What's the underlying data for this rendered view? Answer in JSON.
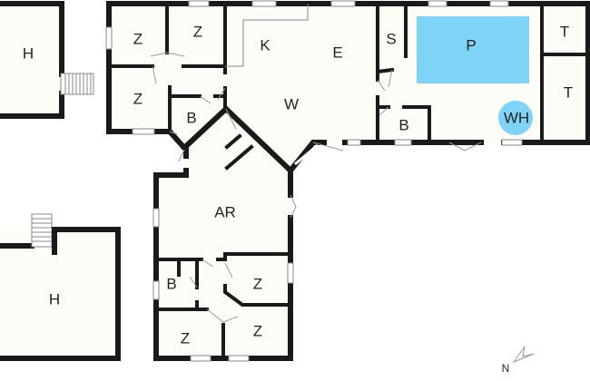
{
  "plan": {
    "rooms": {
      "h_top": "H",
      "h_bottom": "H",
      "z1": "Z",
      "z2": "Z",
      "z3": "Z",
      "b_left": "B",
      "k": "K",
      "e": "E",
      "w": "W",
      "s": "S",
      "p": "P",
      "wh": "WH",
      "b_right": "B",
      "t1": "T",
      "t2": "T",
      "ar": "AR",
      "b_ar": "B",
      "z4": "Z",
      "z5": "Z",
      "z6": "Z"
    },
    "compass": "N",
    "colors": {
      "pool": "#7fd3f7",
      "floor": "#fdfdf8",
      "wall": "#1a1a1a"
    }
  }
}
